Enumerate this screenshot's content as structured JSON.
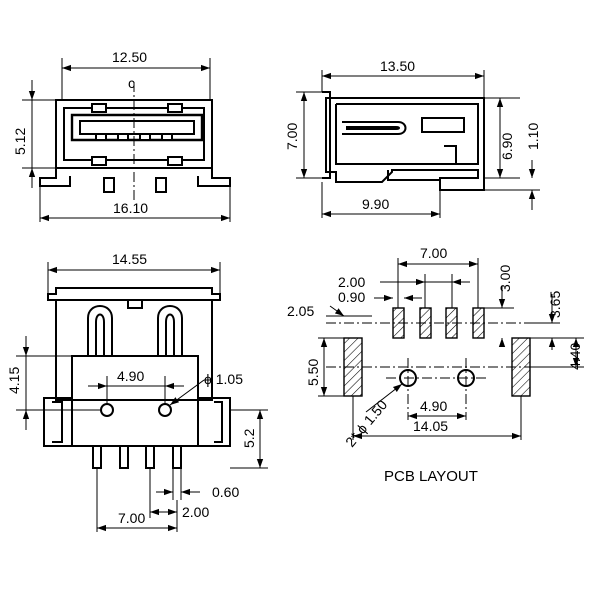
{
  "front_view": {
    "width_top": "12.50",
    "height_left": "5.12",
    "width_bottom": "16.10",
    "centerline_mark": "c"
  },
  "side_view": {
    "width_top": "13.50",
    "height_left": "7.00",
    "height_right_a": "6.90",
    "height_right_b": "1.10",
    "width_bottom": "9.90"
  },
  "top_view": {
    "width_top": "14.55",
    "height_left": "4.15",
    "pin_spacing_inner": "4.90",
    "hole_diameter": "ϕ 1.05",
    "height_right": "5.2",
    "lead_width": "0.60",
    "pitch": "2.00",
    "pin_span": "7.00"
  },
  "pcb_layout": {
    "title": "PCB LAYOUT",
    "pin_span": "7.00",
    "pitch": "2.00",
    "pad_width": "0.90",
    "pad_offset": "2.05",
    "pad_height": "3.00",
    "shell_height": "3.65",
    "shell_pad_spacing": "4.40",
    "shell_pad_height": "5.50",
    "hole_spec": "2* ϕ 1.50",
    "hole_spacing": "4.90",
    "shell_span": "14.05"
  }
}
